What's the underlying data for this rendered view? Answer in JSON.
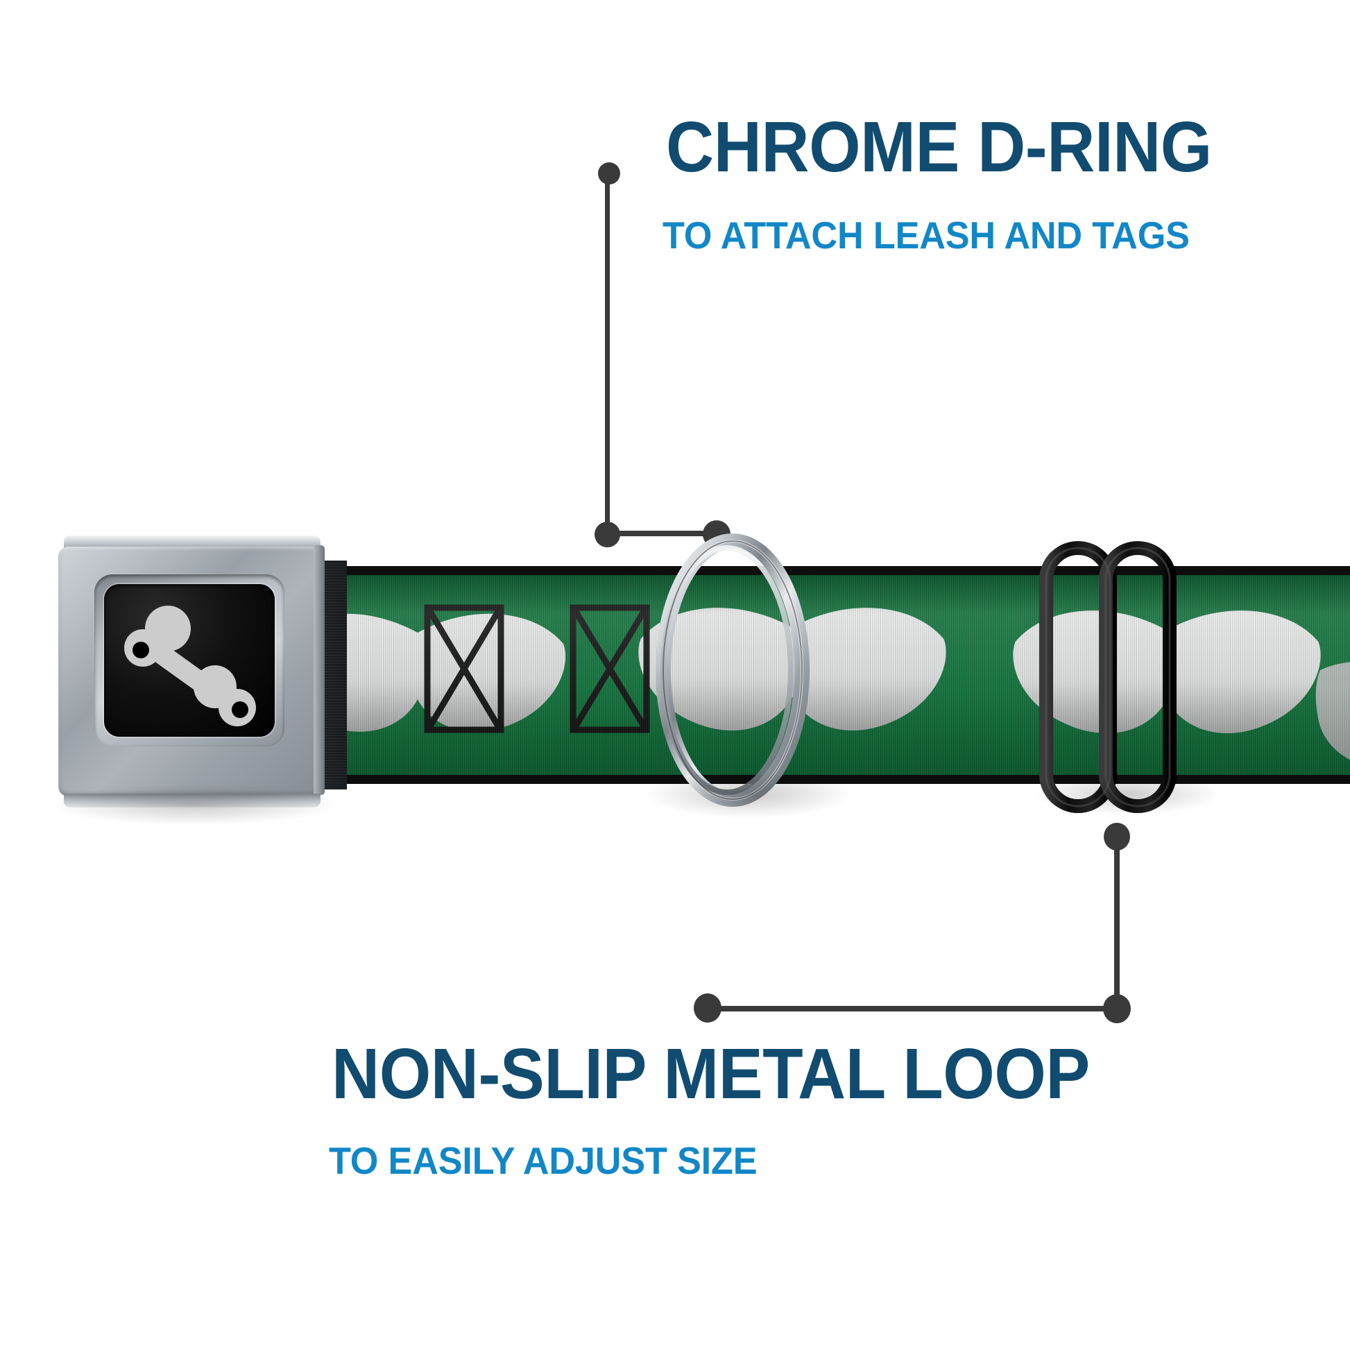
{
  "background_color": "#ffffff",
  "callouts": [
    {
      "id": "chrome-d-ring",
      "title": "CHROME D-RING",
      "subtitle": "TO ATTACH LEASH AND TAGS",
      "title_color": "#114C70",
      "subtitle_color": "#1287C8",
      "leader_color": "#3a3a3a",
      "points_to": "d-ring"
    },
    {
      "id": "non-slip-metal-loop",
      "title": "NON-SLIP METAL LOOP",
      "subtitle": "TO EASILY ADJUST SIZE",
      "title_color": "#114C70",
      "subtitle_color": "#1287C8",
      "leader_color": "#3a3a3a",
      "points_to": "slider-loop"
    }
  ],
  "product": {
    "type": "dog-collar",
    "strap": {
      "base_color": "#0A6B35",
      "edge_color": "#0d0d0d",
      "pattern": "mustaches",
      "pattern_color": "#cfcfcf"
    },
    "buckle": {
      "finish": "chrome",
      "plate_color": "#000000",
      "logo": "dog-bone",
      "logo_color": "#cccccc"
    },
    "d_ring": {
      "finish": "chrome",
      "color": "#b9bfc5"
    },
    "slider_loop": {
      "finish": "black-metal",
      "color": "#111111"
    },
    "stitching": {
      "type": "box-x-stitch",
      "color": "#0d0d0d"
    }
  }
}
